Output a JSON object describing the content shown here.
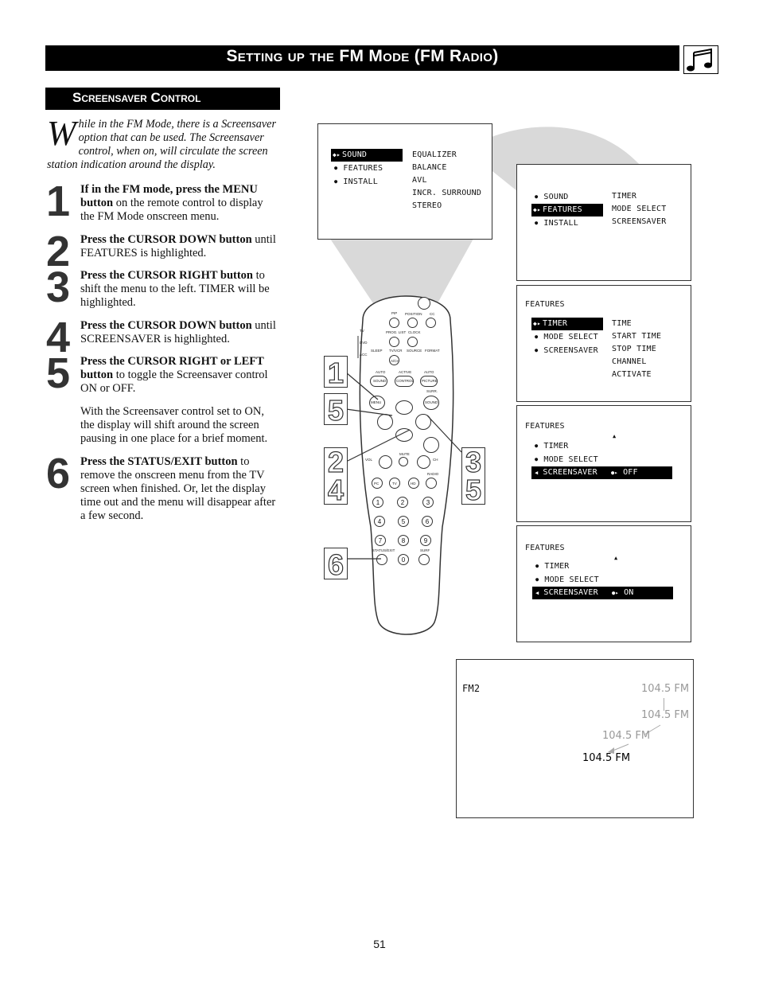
{
  "header": {
    "title": "Setting up the FM Mode (FM Radio)"
  },
  "section": {
    "title": "Screensaver Control"
  },
  "intro": {
    "drop_cap": "W",
    "text": "hile in the FM Mode, there is a Screensaver option that can be used. The Screensaver control, when on, will circulate the screen station indication around the display."
  },
  "steps": [
    {
      "num": "1",
      "bold": "If in the FM mode, press the MENU button",
      "rest": " on the remote control to display the FM Mode onscreen menu."
    },
    {
      "num": "2",
      "bold": "Press the CURSOR DOWN button",
      "rest": " until FEATURES is highlighted."
    },
    {
      "num": "3",
      "bold": "Press the CURSOR RIGHT button",
      "rest": " to shift the menu to the left. TIMER will be highlighted."
    },
    {
      "num": "4",
      "bold": "Press the CURSOR DOWN button",
      "rest": " until SCREENSAVER is highlighted."
    },
    {
      "num": "5",
      "bold": "Press the CURSOR RIGHT or LEFT button",
      "rest": " to toggle the Screensaver control ON or OFF."
    },
    {
      "num": "6",
      "bold": "Press the STATUS/EXIT button",
      "rest": " to remove the onscreen menu from the TV screen when finished. Or, let the display time out and the menu will disappear after a few second."
    }
  ],
  "step5_note": "With the Screensaver control set to ON, the display will shift around the screen pausing in one place for a brief moment.",
  "screen1": {
    "left": [
      "SOUND",
      "FEATURES",
      "INSTALL"
    ],
    "right": [
      "EQUALIZER",
      "BALANCE",
      "AVL",
      "INCR. SURROUND",
      "STEREO"
    ]
  },
  "screen2": {
    "left": [
      "SOUND",
      "FEATURES",
      "INSTALL"
    ],
    "right": [
      "TIMER",
      "MODE SELECT",
      "SCREENSAVER"
    ]
  },
  "screen3": {
    "heading": "FEATURES",
    "left": [
      "TIMER",
      "MODE SELECT",
      "SCREENSAVER"
    ],
    "right": [
      "TIME",
      "START TIME",
      "STOP TIME",
      "CHANNEL",
      "ACTIVATE"
    ]
  },
  "screen4": {
    "heading": "FEATURES",
    "items": [
      "TIMER",
      "MODE SELECT",
      "SCREENSAVER"
    ],
    "value": "OFF"
  },
  "screen5": {
    "heading": "FEATURES",
    "items": [
      "TIMER",
      "MODE SELECT",
      "SCREENSAVER"
    ],
    "value": "ON"
  },
  "freq_screen": {
    "label": "FM2",
    "freqs": [
      "104.5 FM",
      "104.5 FM",
      "104.5 FM",
      "104.5 FM"
    ]
  },
  "remote": {
    "labels": {
      "tv": "TV",
      "dvd": "DVD",
      "acc": "ACC",
      "pip": "PIP",
      "position": "POSITION",
      "cc": "CC",
      "prog_list": "PROG. LIST",
      "clock": "CLOCK",
      "sleep": "SLEEP",
      "tvvcr": "TV/VCR",
      "source": "SOURCE",
      "format": "FORMAT",
      "ach": "A/CH",
      "auto1": "AUTO",
      "active": "ACTIVE",
      "auto2": "AUTO",
      "sound": "SOUND",
      "control": "CONTROL",
      "picture": "PICTURE",
      "surr": "SURR.",
      "menu": "MENU",
      "sound2": "SOUND",
      "vol": "VOL",
      "ch": "CH",
      "mute": "MUTE",
      "radio": "RADIO",
      "pc": "PC",
      "tv2": "TV",
      "hd": "HD",
      "status_exit": "STATUS/EXIT",
      "surf": "SURF",
      "digits": [
        "1",
        "2",
        "3",
        "4",
        "5",
        "6",
        "7",
        "8",
        "9",
        "0"
      ]
    }
  },
  "callouts": [
    "1",
    "5",
    "2",
    "4",
    "6",
    "3",
    "5"
  ],
  "page_number": "51"
}
